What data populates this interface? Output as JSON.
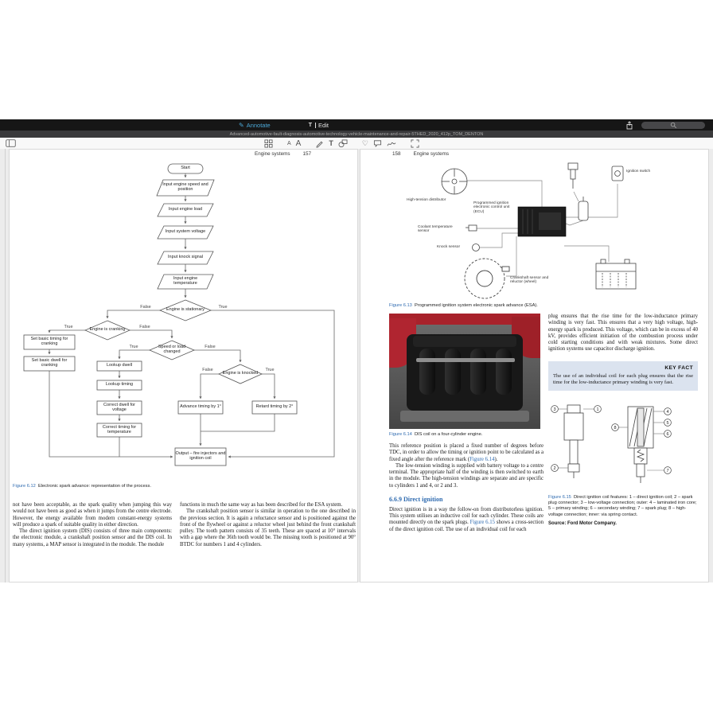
{
  "chrome": {
    "annotate_label": "Annotate",
    "edit_label": "Edit",
    "doc_title": "Advanced-automotive-fault-diagnosis-automotive-technology-vehicle-maintenance-and-repair-5THED_2020_412p_TOM_DENTON",
    "icons": {
      "annotate_icon": "✎",
      "heart_icon": "♡"
    }
  },
  "left_page": {
    "running_head": "Engine systems",
    "page_number": "157",
    "flowchart": {
      "start": "Start",
      "input_speed": "Input engine speed and position",
      "input_load": "Input engine load",
      "input_voltage": "Input system voltage",
      "input_knock": "Input knock signal",
      "input_temp": "Input engine temperature",
      "d_stationary": "Engine is stationary",
      "d_cranking": "Engine is cranking",
      "d_speed_load": "Speed or load changed",
      "d_knocked": "Engine is knocked",
      "set_basic_timing": "Set basic timing for cranking",
      "set_basic_dwell": "Set basic dwell for cranking",
      "lookup_dwell": "Lookup dwell",
      "lookup_timing": "Lookup timing",
      "correct_dwell": "Correct dwell for voltage",
      "correct_timing": "Correct timing for temperature",
      "advance_timing": "Advance timing by 1°",
      "retard_timing": "Retard timing by 2°",
      "output": "Output – fire injectors and ignition coil",
      "label_true": "True",
      "label_false": "False"
    },
    "caption12": {
      "label": "Figure 6.12",
      "text": "Electronic spark advance: representation of the process."
    },
    "col1_p1": "not have been acceptable, as the spark quality when jumping this way would not have been as good as when it jumps from the centre electrode. However, the energy available from modern constant-energy systems will produce a spark of suitable quality in either direction.",
    "col1_p2": "The direct ignition system (DIS) consists of three main components: the electronic module, a crankshaft position sensor and the DIS coil. In many systems, a MAP sensor is integrated in the module. The module",
    "col2_p1": "functions in much the same way as has been described for the ESA system.",
    "col2_p2": "The crankshaft position sensor is similar in operation to the one described in the previous section. It is again a reluctance sensor and is positioned against the front of the flywheel or against a reluctor wheel just behind the front crankshaft pulley. The tooth pattern consists of 35 teeth. These are spaced at 10° intervals with a gap where the 36th tooth would be. The missing tooth is positioned at 90° BTDC for numbers 1 and 4 cylinders."
  },
  "right_page": {
    "page_number": "158",
    "running_head": "Engine systems",
    "fig13_labels": {
      "distributor": "High-tension distributor",
      "ecu": "Programmed ignition electronic control unit (ECU)",
      "coolant": "Coolant temperature sensor",
      "knock": "Knock sensor",
      "crank": "Crankshaft sensor and reluctor (wheel)",
      "ignition_switch": "Ignition switch"
    },
    "caption13": {
      "label": "Figure 6.13",
      "text": "Programmed ignition system electronic spark advance (ESA)."
    },
    "caption14": {
      "label": "Figure 6.14",
      "text": "DIS coil on a four-cylinder engine."
    },
    "right_col_p": "plug ensures that the rise time for the low-inductance primary winding is very fast. This ensures that a very high voltage, high-energy spark is produced. This voltage, which can be in excess of 40 kV, provides efficient initiation of the combustion process under cold starting conditions and with weak mixtures. Some direct ignition systems use capacitor discharge ignition.",
    "key_fact": {
      "title": "KEY FACT",
      "body": "The use of an individual coil for each plug ensures that the rise time for the low-inductance primary winding is very fast."
    },
    "ref_p1a": "This reference position is placed a fixed number of degrees before TDC, in order to allow the timing or ignition point to be calculated as a fixed angle after the reference mark (",
    "ref_link": "Figure 6.14",
    "ref_p1b": ").",
    "ref_p2": "The low-tension winding is supplied with battery voltage to a centre terminal. The appropriate half of the winding is then switched to earth in the module. The high-tension windings are separate and are specific to cylinders 1 and 4, or 2 and 3.",
    "section_heading": "6.6.9 Direct ignition",
    "direct_p1a": "Direct ignition is in a way the follow-on from distributorless ignition. This system utilises an inductive coil for each cylinder. These coils are mounted directly on the spark plugs. ",
    "direct_link": "Figure 6.15",
    "direct_p1b": " shows a cross-section of the direct ignition coil. The use of an individual coil for each",
    "caption15": {
      "label": "Figure 6.15",
      "text": "Direct ignition coil features: 1 – direct ignition coil; 2 – spark plug connector; 3 – low-voltage connection; outer: 4 – laminated iron core; 5 – primary winding; 6 – secondary winding; 7 – spark plug; 8 – high-voltage connection; inner: via spring contact."
    },
    "fig15_numbers": [
      "1",
      "2",
      "3",
      "4",
      "5",
      "6",
      "7",
      "8"
    ],
    "source": "Source: Ford Motor Company."
  }
}
